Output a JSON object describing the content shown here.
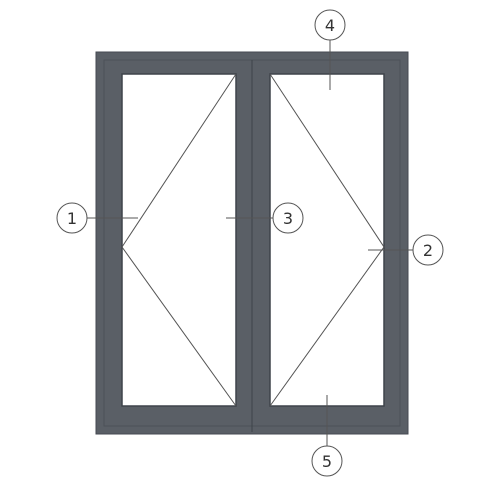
{
  "colors": {
    "frame": "#5a5f66",
    "frame_edge": "#454a51",
    "inner_edge": "#3e434a",
    "glass": "#ffffff",
    "line": "#555555",
    "circle": "#555555",
    "text": "#333333"
  },
  "callouts": [
    {
      "id": "1",
      "label": "1"
    },
    {
      "id": "2",
      "label": "2"
    },
    {
      "id": "3",
      "label": "3"
    },
    {
      "id": "4",
      "label": "4"
    },
    {
      "id": "5",
      "label": "5"
    }
  ]
}
